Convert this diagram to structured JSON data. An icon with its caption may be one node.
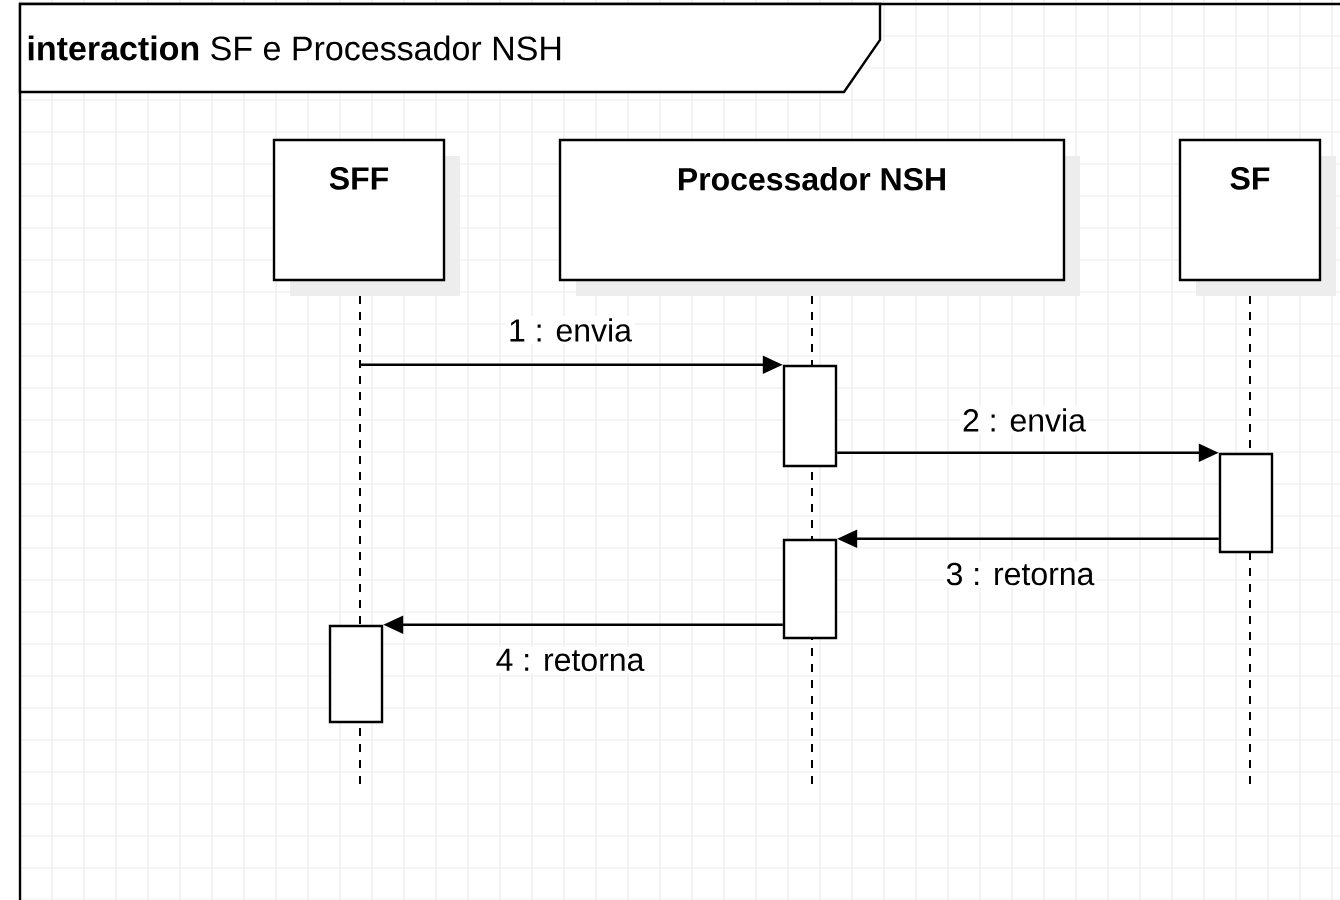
{
  "diagram": {
    "title": "**interaction** SF e Processador NSH",
    "nodes": [
      {
        "text": [
          "SFF"
        ]
      },
      {
        "text": [
          "Processador NSH"
        ]
      },
      {
        "text": [
          "SF"
        ]
      },
      {
        "text": [],
        "shape": "bar"
      },
      {
        "text": [],
        "shape": "bar"
      },
      {
        "text": [],
        "shape": "bar"
      },
      {
        "text": [],
        "shape": "bar"
      }
    ],
    "edges": [
      {
        "from": 0,
        "to": 3,
        "arrow": "to",
        "label": "1 : envia"
      },
      {
        "from": 3,
        "to": 4,
        "arrow": "to",
        "label": "2 : envia"
      },
      {
        "from": 4,
        "to": 5,
        "arrow": "to",
        "label": "3 : retorna"
      },
      {
        "from": 5,
        "to": 6,
        "arrow": "to",
        "label": "4 : retorna"
      }
    ]
  }
}
